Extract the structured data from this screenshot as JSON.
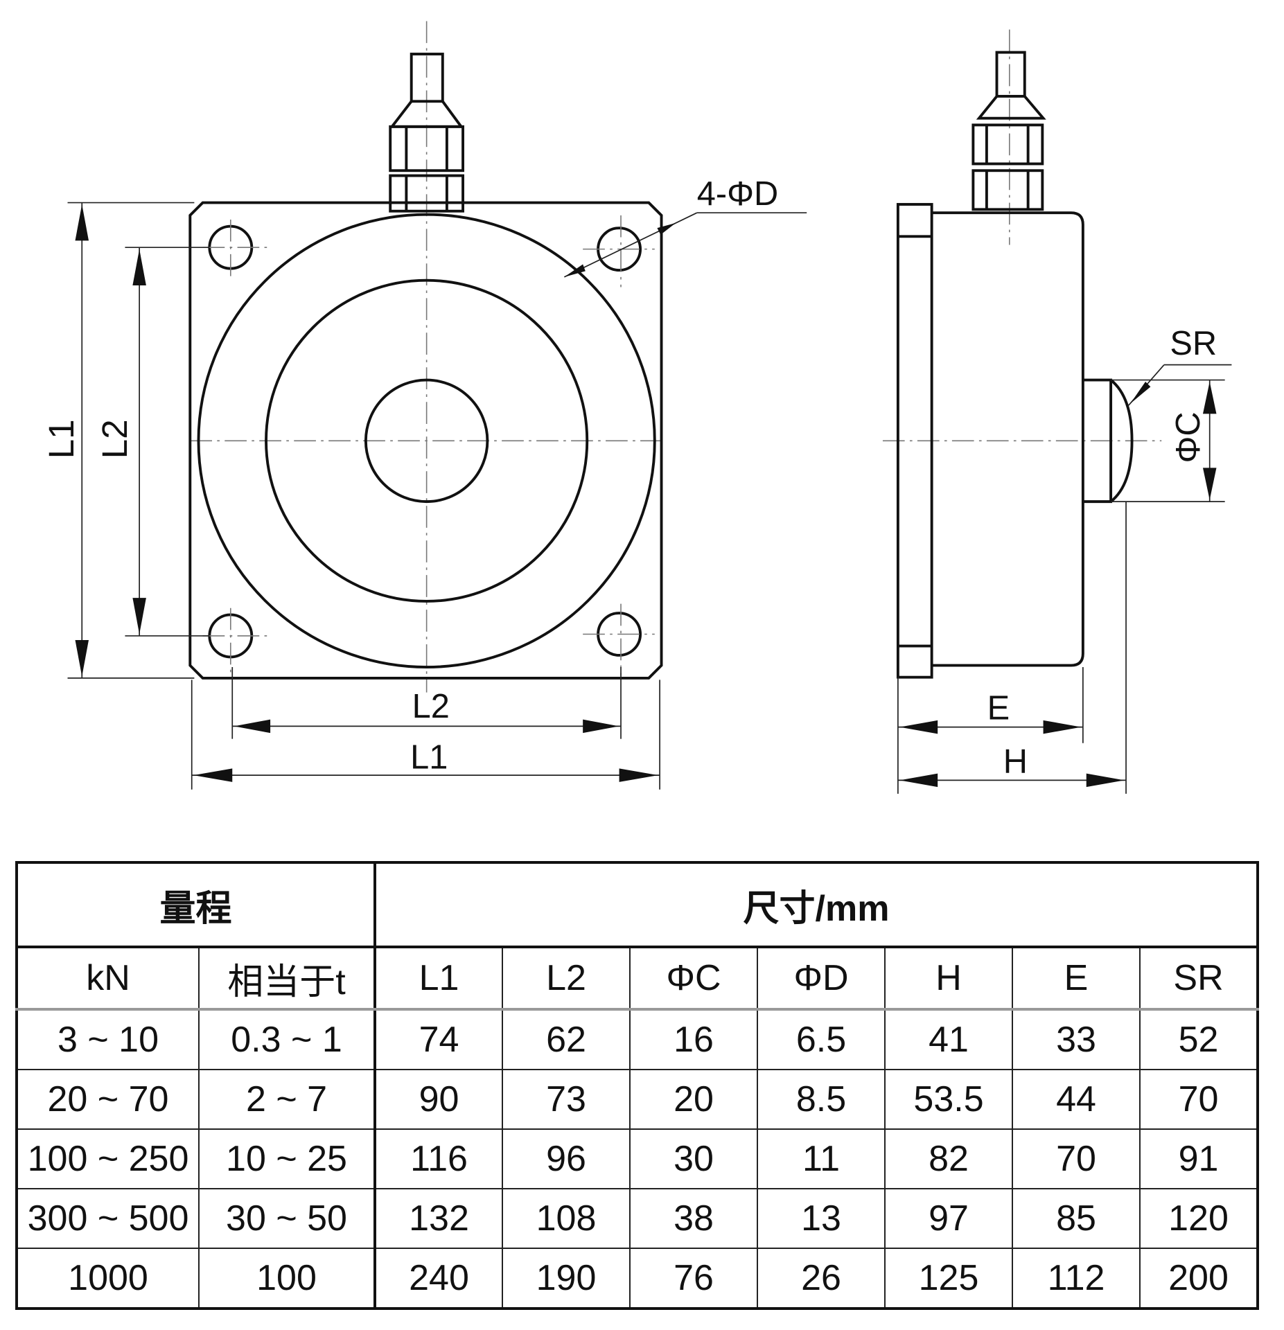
{
  "front_view": {
    "labels": {
      "L1_vertical": "L1",
      "L2_vertical": "L2",
      "L2_horizontal": "L2",
      "L1_horizontal": "L1",
      "hole_callout": "4-ΦD"
    }
  },
  "side_view": {
    "labels": {
      "SR": "SR",
      "PhiC": "ΦC",
      "E": "E",
      "H": "H"
    }
  },
  "table": {
    "group_headers": {
      "range": "量程",
      "dimensions": "尺寸/mm"
    },
    "columns": [
      "kN",
      "相当于t",
      "L1",
      "L2",
      "ΦC",
      "ΦD",
      "H",
      "E",
      "SR"
    ],
    "rows": [
      [
        "3 ~ 10",
        "0.3 ~ 1",
        "74",
        "62",
        "16",
        "6.5",
        "41",
        "33",
        "52"
      ],
      [
        "20 ~ 70",
        "2 ~ 7",
        "90",
        "73",
        "20",
        "8.5",
        "53.5",
        "44",
        "70"
      ],
      [
        "100 ~ 250",
        "10 ~ 25",
        "116",
        "96",
        "30",
        "11",
        "82",
        "70",
        "91"
      ],
      [
        "300 ~ 500",
        "30 ~ 50",
        "132",
        "108",
        "38",
        "13",
        "97",
        "85",
        "120"
      ],
      [
        "1000",
        "100",
        "240",
        "190",
        "76",
        "26",
        "125",
        "112",
        "200"
      ]
    ]
  }
}
